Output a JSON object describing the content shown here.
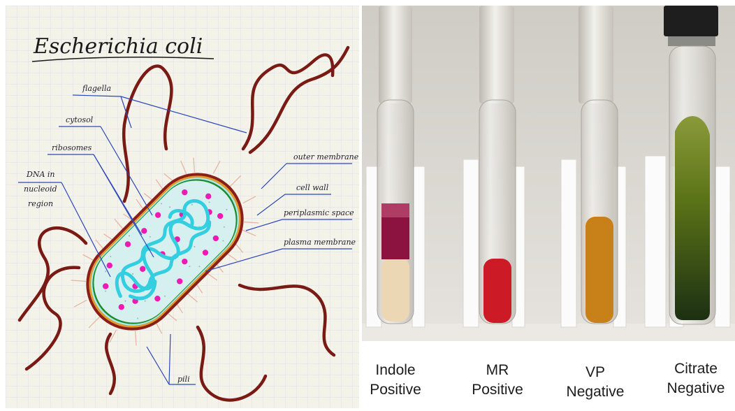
{
  "diagram": {
    "title": "Escherichia coli",
    "labels": {
      "flagella": "flagella",
      "cytosol": "cytosol",
      "ribosomes": "ribosomes",
      "dna_line1": "DNA in",
      "dna_line2": "nucleoid",
      "dna_line3": "region",
      "outer_membrane": "outer membrane",
      "cell_wall": "cell wall",
      "periplasmic_space": "periplasmic space",
      "plasma_membrane": "plasma membrane",
      "pili": "pili"
    },
    "colors": {
      "paper": "#f4f3ea",
      "grid": "#dcdde6",
      "flagella": "#7a1a14",
      "outer_membrane": "#8b1e16",
      "cell_wall": "#e09a30",
      "periplasm": "#a6ecf0",
      "plasma_membrane": "#1f8a2b",
      "cytosol": "#d6f0f0",
      "ribosome": "#ee1ab3",
      "dna": "#33cfe0",
      "pili": "#e8b4a4",
      "leader": "#2c47b8"
    }
  },
  "photo": {
    "tubes": [
      {
        "line1": "Indole",
        "line2": "Positive",
        "medium": "#ecd7b4",
        "top_layer": "#8c1240"
      },
      {
        "line1": "MR",
        "line2": "Positive",
        "medium": "#cc1a26"
      },
      {
        "line1": "VP",
        "line2": "Negative",
        "medium": "#c88018"
      },
      {
        "line1": "Citrate",
        "line2": "Negative",
        "medium": "#4a6a14"
      }
    ]
  }
}
